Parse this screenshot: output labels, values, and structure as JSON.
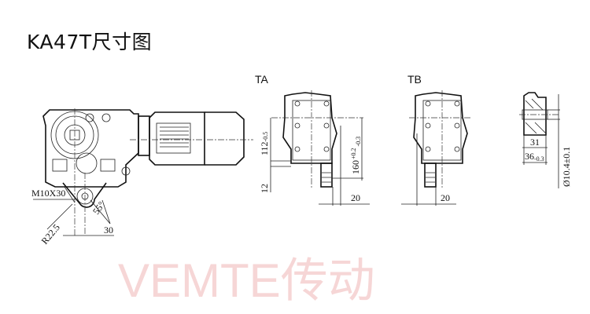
{
  "title": "KA47T尺寸图",
  "watermark": "VEMTE传动",
  "views": {
    "ta_label": "TA",
    "tb_label": "TB"
  },
  "dimensions": {
    "bolt": "M10X30",
    "radius": "R22.5",
    "angle": "55°",
    "arm_offset": "30",
    "ta_height": "112",
    "ta_height_tol": "-0.5",
    "ta_bush": "12",
    "ta_160": "160",
    "ta_160_tol_upper": "+0.2",
    "ta_160_tol_lower": "-0.3",
    "ta_20": "20",
    "tb_20": "20",
    "bush_inner": "31",
    "bush_outer": "36",
    "bush_outer_tol": "-0.3",
    "bore": "Ø10.4±0.1"
  }
}
